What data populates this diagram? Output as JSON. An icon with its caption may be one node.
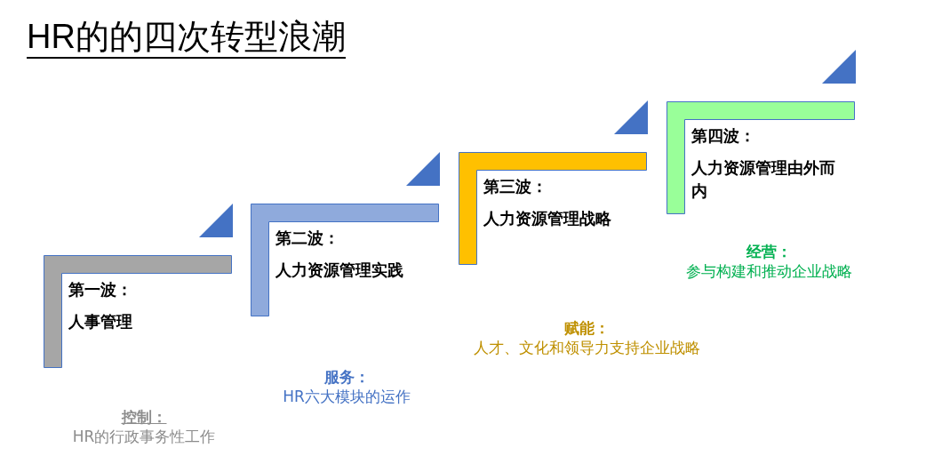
{
  "diagram": {
    "title": "HR的的四次转型浪潮",
    "nodes": [
      {
        "text": [
          "第一波：",
          "人事管理"
        ],
        "beside": [
          "控制：",
          "HR的行政事务性工作"
        ]
      },
      {
        "text": [
          "第二波：",
          "人力资源管理实践"
        ],
        "beside": [
          "服务：",
          "HR六大模块的运作"
        ]
      },
      {
        "text": [
          "第三波：",
          "人力资源管理战略"
        ],
        "beside": [
          "赋能：",
          "人才、文化和领导力支持企业战略"
        ]
      },
      {
        "text": [
          "第四波：",
          "人力资源管理由外而内"
        ],
        "beside": [
          "经营：",
          "参与构建和推动企业战略"
        ]
      }
    ]
  }
}
